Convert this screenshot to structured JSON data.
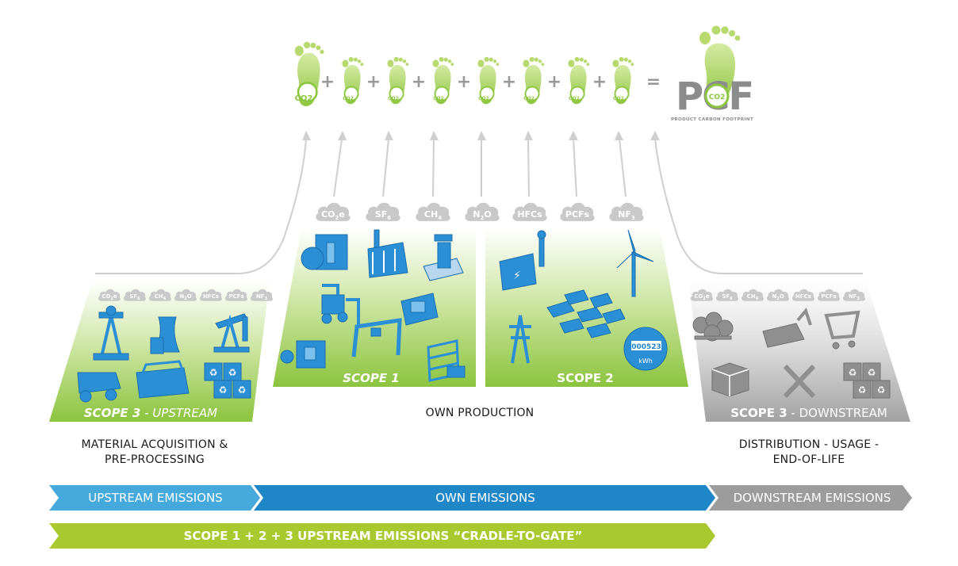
{
  "colors": {
    "green": "#8dc63f",
    "lime": "#a9c92e",
    "blue": "#1f86c8",
    "light_blue": "#46a9dc",
    "grey": "#9c9c9c",
    "dark_grey": "#7a7a7a"
  },
  "equation": {
    "footprint_badge": "CO2",
    "plus": "+",
    "equals": "=",
    "pcf_logo": "PCF",
    "pcf_badge": "CO2",
    "pcf_subtitle": "PRODUCT CARBON FOOTPRINT"
  },
  "gases": [
    {
      "main": "CO",
      "sub": "2",
      "tail": "e"
    },
    {
      "main": "SF",
      "sub": "6",
      "tail": ""
    },
    {
      "main": "CH",
      "sub": "4",
      "tail": ""
    },
    {
      "main": "N",
      "sub": "2",
      "tail": "O"
    },
    {
      "main": "HFCs",
      "sub": "",
      "tail": ""
    },
    {
      "main": "PCFs",
      "sub": "",
      "tail": ""
    },
    {
      "main": "NF",
      "sub": "3",
      "tail": ""
    }
  ],
  "panels": {
    "scope3_upstream": {
      "bold": "SCOPE 3",
      "rest": " - UPSTREAM"
    },
    "scope1": {
      "bold": "SCOPE 1",
      "rest": ""
    },
    "scope2": {
      "bold": "SCOPE 2",
      "rest": ""
    },
    "scope3_downstream": {
      "bold": "SCOPE 3",
      "rest": " - DOWNSTREAM"
    },
    "meter_reading": "000523",
    "meter_unit": "kWh"
  },
  "captions": {
    "upstream_line1": "MATERIAL ACQUISITION &",
    "upstream_line2": "PRE-PROCESSING",
    "own": "OWN PRODUCTION",
    "downstream_line1": "DISTRIBUTION - USAGE -",
    "downstream_line2": "END-OF-LIFE"
  },
  "bars": {
    "upstream": "UPSTREAM EMISSIONS",
    "own": "OWN EMISSIONS",
    "downstream": "DOWNSTREAM EMISSIONS",
    "cradle": "SCOPE 1 + 2 + 3 UPSTREAM EMISSIONS “CRADLE-TO-GATE”"
  }
}
